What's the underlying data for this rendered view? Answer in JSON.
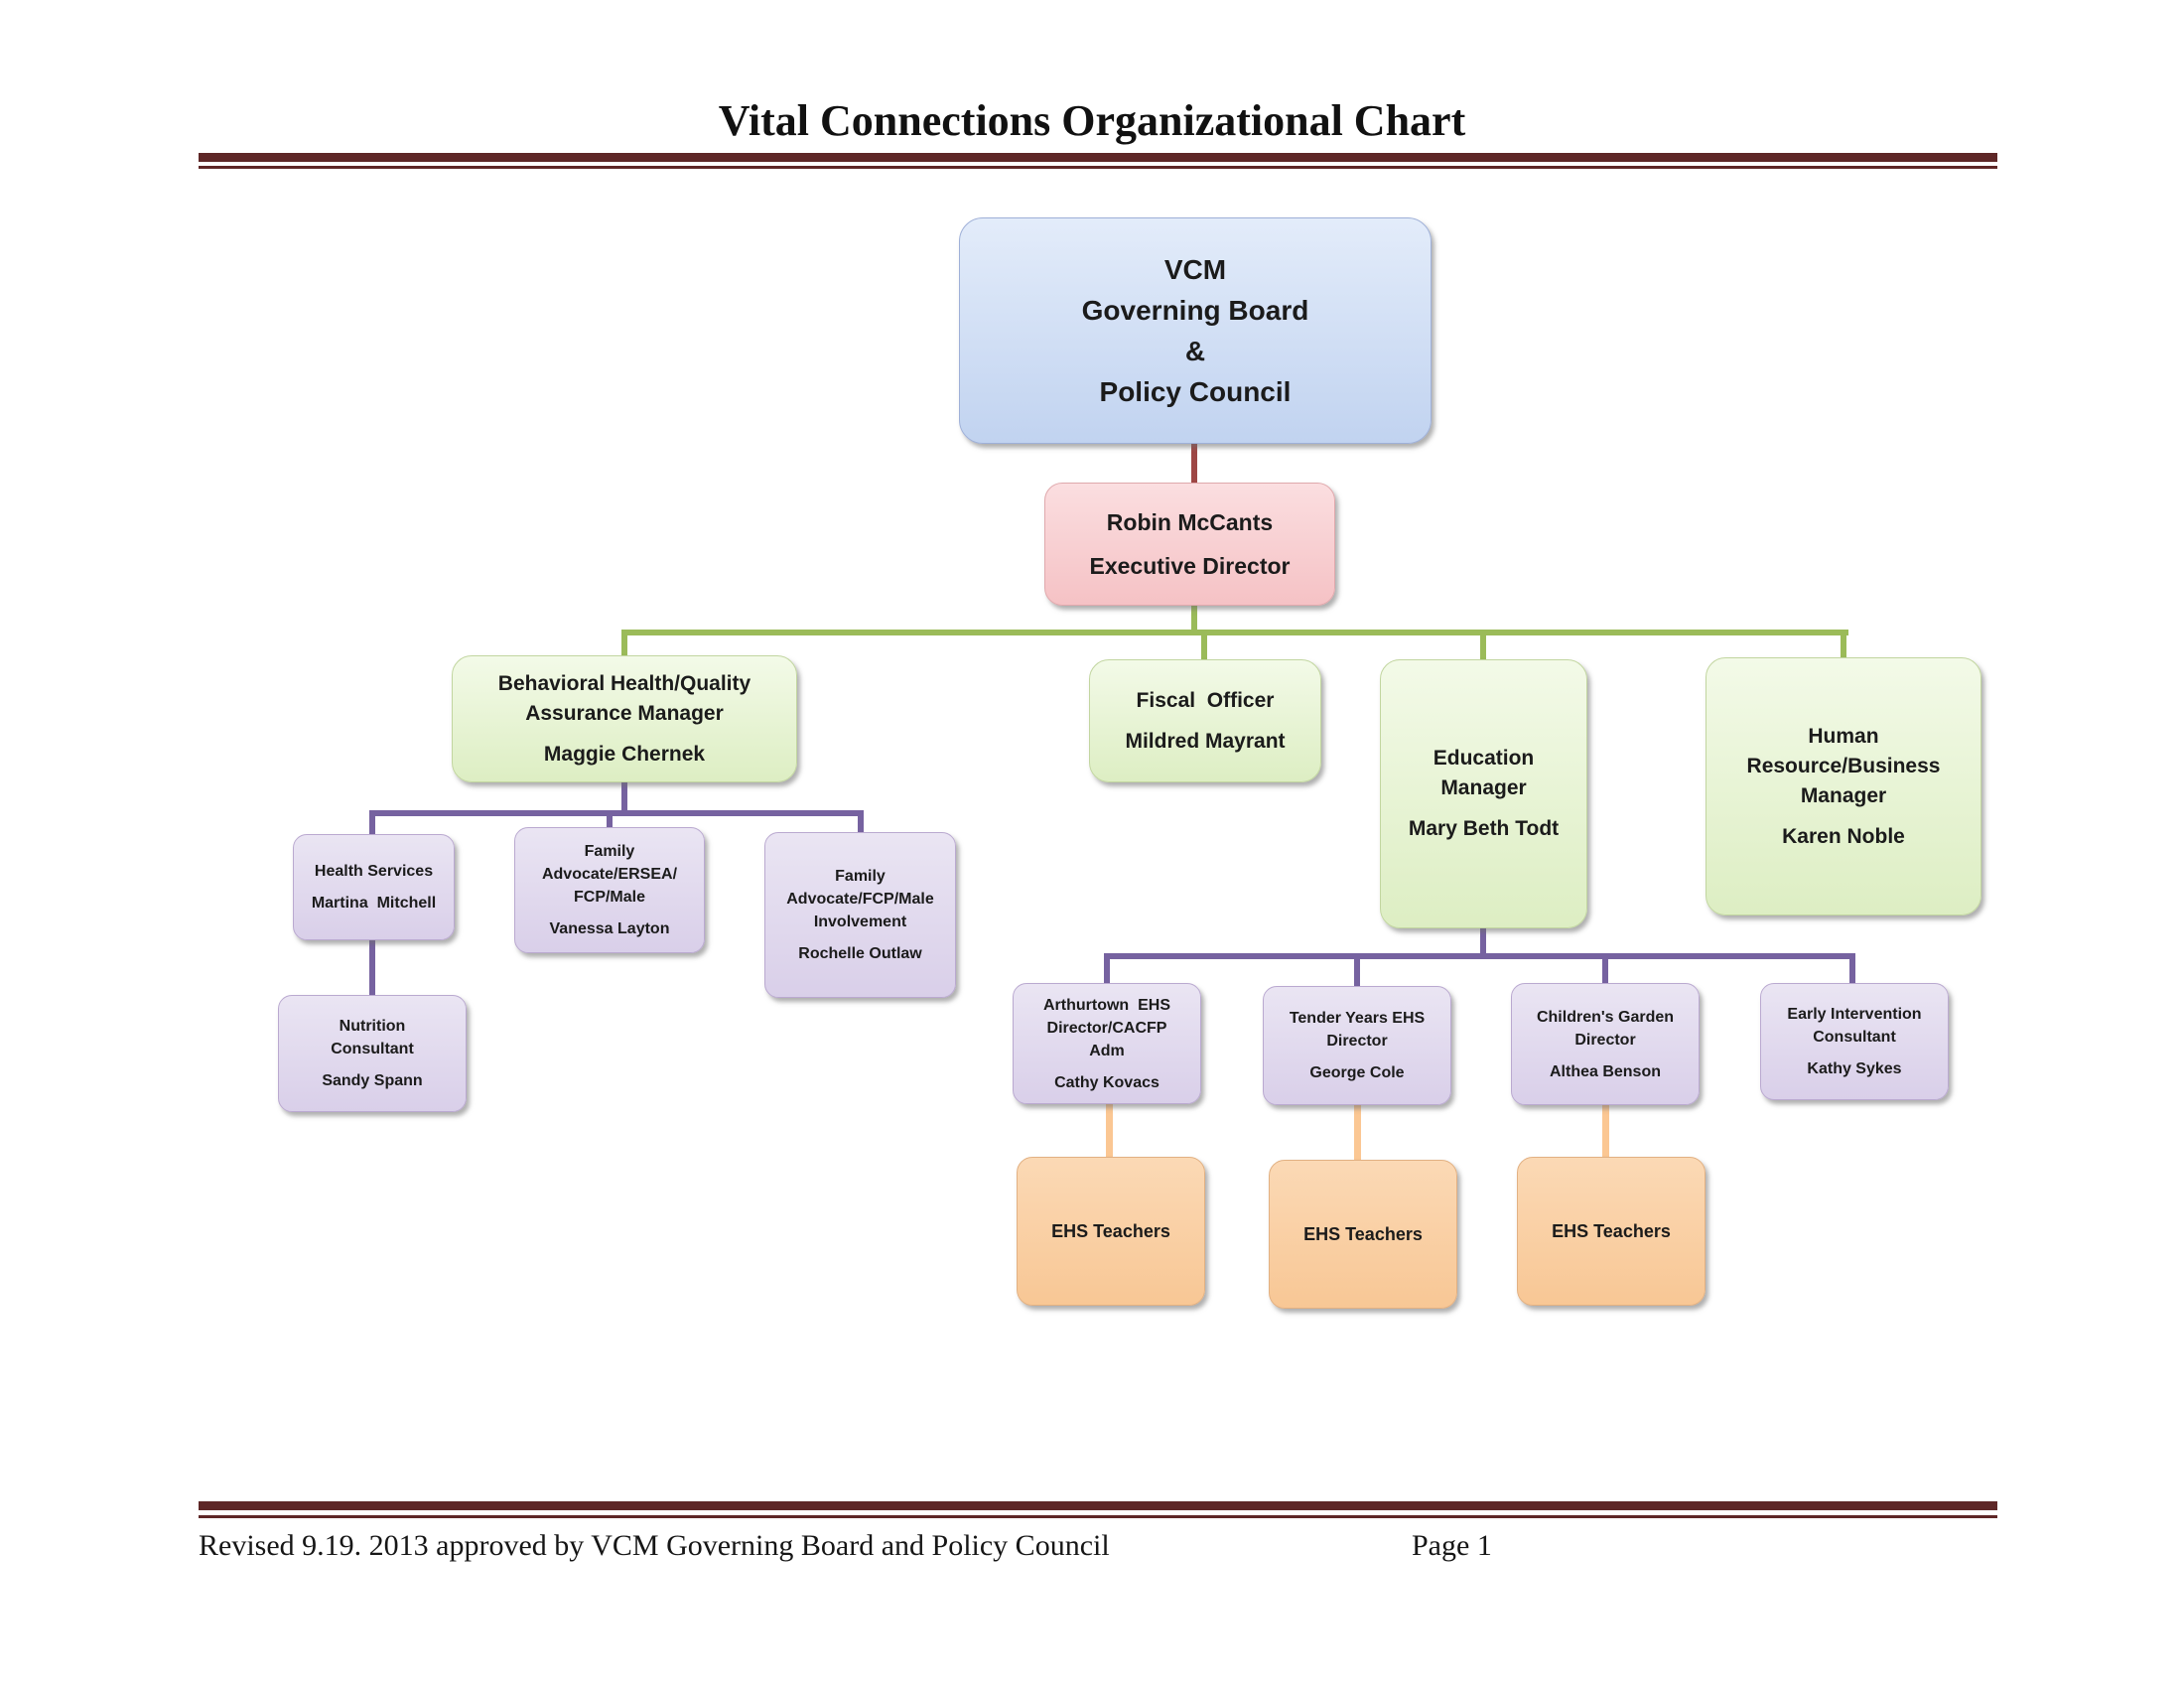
{
  "page": {
    "title": "Vital Connections Organizational Chart",
    "footer": {
      "revision": "Revised 9.19. 2013 approved by VCM Governing Board and Policy Council",
      "page_label": "Page 1"
    }
  },
  "colors": {
    "rule": "#5e2727",
    "connector-red": "#9e4745",
    "connector-green": "#9bbb59",
    "connector-purple": "#7662a0",
    "connector-orange": "#fbc793",
    "box-blue-top": "#e3ecfa",
    "box-blue-bottom": "#c1d3f0",
    "box-blue-border": "#9fb0d8",
    "box-pink-top": "#fbdee0",
    "box-pink-bottom": "#f5c2c5",
    "box-pink-border": "#e0a9ad",
    "box-green-top": "#f3fae8",
    "box-green-bottom": "#ddeec3",
    "box-green-border": "#c2d6a0",
    "box-purple-top": "#eae5f3",
    "box-purple-bottom": "#d9cfe9",
    "box-purple-border": "#baa9d0",
    "box-orange-top": "#fbd9b5",
    "box-orange-bottom": "#f8c795",
    "box-orange-border": "#e2b183"
  },
  "nodes": {
    "vcm": {
      "title": "VCM\nGoverning Board\n&\nPolicy Council",
      "reports_to": null
    },
    "exec": {
      "title": "Robin McCants",
      "name": "Executive Director",
      "reports_to": "vcm"
    },
    "bh": {
      "title": "Behavioral Health/Quality\nAssurance Manager",
      "name": "Maggie Chernek",
      "reports_to": "exec"
    },
    "fiscal": {
      "title": "Fiscal  Officer",
      "name": "Mildred Mayrant",
      "reports_to": "exec"
    },
    "edu": {
      "title": "Education\nManager",
      "name": "Mary Beth Todt",
      "reports_to": "exec"
    },
    "hr": {
      "title": "Human\nResource/Business\nManager",
      "name": "Karen Noble",
      "reports_to": "exec"
    },
    "health": {
      "title": "Health Services",
      "name": "Martina  Mitchell",
      "reports_to": "bh"
    },
    "ersea": {
      "title": "Family\nAdvocate/ERSEA/\nFCP/Male",
      "name": "Vanessa Layton",
      "reports_to": "bh"
    },
    "fcp": {
      "title": "Family\nAdvocate/FCP/Male\nInvolvement",
      "name": "Rochelle Outlaw",
      "reports_to": "bh"
    },
    "nutrition": {
      "title": "Nutrition\nConsultant",
      "name": "Sandy Spann",
      "reports_to": "health"
    },
    "arthurtown": {
      "title": "Arthurtown  EHS\nDirector/CACFP\nAdm",
      "name": "Cathy Kovacs",
      "reports_to": "edu"
    },
    "tender": {
      "title": "Tender Years EHS\nDirector",
      "name": "George Cole",
      "reports_to": "edu"
    },
    "garden": {
      "title": "Children's Garden\nDirector",
      "name": "Althea Benson",
      "reports_to": "edu"
    },
    "early": {
      "title": "Early Intervention\nConsultant",
      "name": "Kathy Sykes",
      "reports_to": "edu"
    },
    "ehs1": {
      "title": "EHS Teachers",
      "reports_to": "arthurtown"
    },
    "ehs2": {
      "title": "EHS Teachers",
      "reports_to": "tender"
    },
    "ehs3": {
      "title": "EHS Teachers",
      "reports_to": "garden"
    }
  }
}
